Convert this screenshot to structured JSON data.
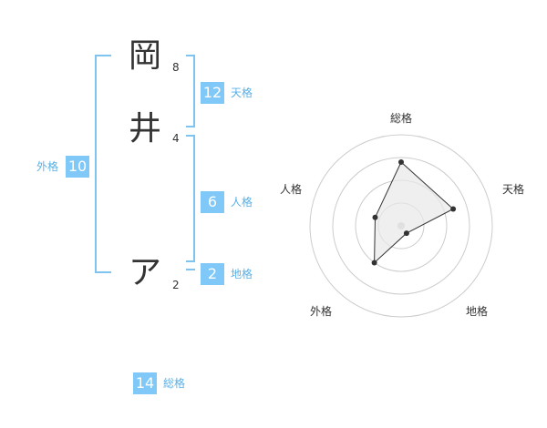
{
  "name_chars": [
    {
      "char": "岡",
      "strokes": "8"
    },
    {
      "char": "井",
      "strokes": "4"
    },
    {
      "char": "ア",
      "strokes": "2"
    }
  ],
  "kaku": {
    "tenkaku": {
      "value": "12",
      "label": "天格"
    },
    "jinkaku": {
      "value": "6",
      "label": "人格"
    },
    "chikaku": {
      "value": "2",
      "label": "地格"
    },
    "gaikaku": {
      "value": "10",
      "label": "外格"
    },
    "soukaku": {
      "value": "14",
      "label": "総格"
    }
  },
  "chart_data": {
    "type": "radar",
    "axes": [
      "総格",
      "天格",
      "地格",
      "外格",
      "人格"
    ],
    "values": [
      14,
      12,
      2,
      10,
      6
    ],
    "colors": {
      "ring": "#cccccc",
      "fill": "#e8e8e8",
      "line": "#333333",
      "center": "#cccccc"
    }
  },
  "colors": {
    "accent": "#7fc8f8",
    "bracket": "#7fc4ee",
    "label": "#5ab0e6"
  }
}
